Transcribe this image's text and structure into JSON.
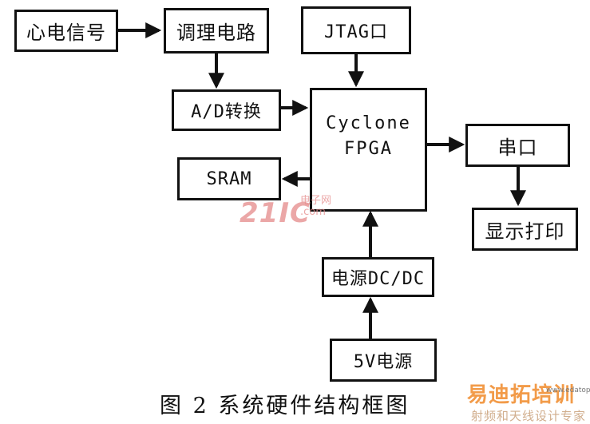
{
  "nodes": {
    "ecg_signal": "心电信号",
    "conditioning": "调理电路",
    "jtag": "JTAG口",
    "adc": "A/D转换",
    "fpga_line1": "Cyclone",
    "fpga_line2": "FPGA",
    "sram": "SRAM",
    "serial": "串口",
    "display_print": "显示打印",
    "power_dcdc": "电源DC/DC",
    "power_5v": "5V电源"
  },
  "caption": "图 2  系统硬件结构框图",
  "watermarks": {
    "logo_21ic": "21IC",
    "logo_21ic_sub1": "电子网",
    "logo_21ic_sub2": ".com",
    "brand": "易迪拓培训",
    "site": "www.edatop.com",
    "slogan": "射频和天线设计专家"
  }
}
